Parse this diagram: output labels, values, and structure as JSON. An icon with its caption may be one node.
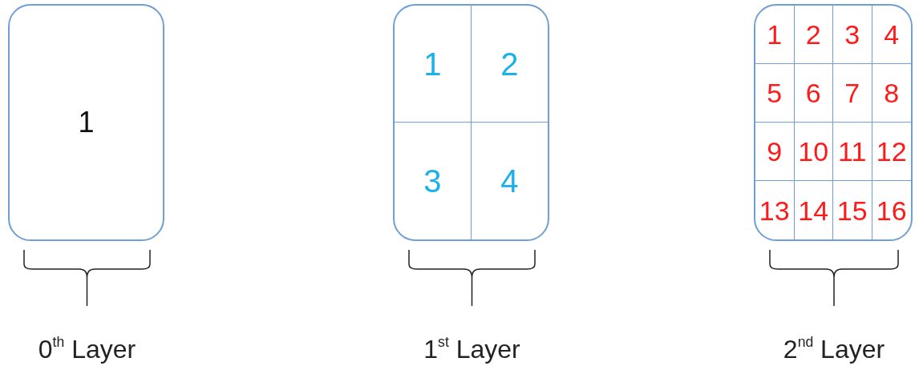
{
  "diagram": {
    "nodes": [
      {
        "text": [
          "1"
        ]
      },
      {
        "text": [],
        "shape": "box"
      },
      {
        "text": [
          "1"
        ],
        "in": 1
      },
      {
        "text": [
          "2"
        ],
        "in": 1
      },
      {
        "text": [
          "3"
        ],
        "in": 1
      },
      {
        "text": [
          "4"
        ],
        "in": 1
      },
      {
        "text": [],
        "shape": "box"
      },
      {
        "text": [
          "1"
        ],
        "in": 6
      },
      {
        "text": [
          "2"
        ],
        "in": 6
      },
      {
        "text": [
          "3"
        ],
        "in": 6
      },
      {
        "text": [
          "4"
        ],
        "in": 6
      },
      {
        "text": [
          "5"
        ],
        "in": 6
      },
      {
        "text": [
          "6"
        ],
        "in": 6
      },
      {
        "text": [
          "7"
        ],
        "in": 6
      },
      {
        "text": [
          "8"
        ],
        "in": 6
      },
      {
        "text": [
          "9"
        ],
        "in": 6
      },
      {
        "text": [
          "10"
        ],
        "in": 6
      },
      {
        "text": [
          "11"
        ],
        "in": 6
      },
      {
        "text": [
          "12"
        ],
        "in": 6
      },
      {
        "text": [
          "13"
        ],
        "in": 6
      },
      {
        "text": [
          "14"
        ],
        "in": 6
      },
      {
        "text": [
          "15"
        ],
        "in": 6
      },
      {
        "text": [
          "16"
        ],
        "in": 6
      }
    ],
    "edges": [],
    "labels": [
      "0$^{th}$ Layer",
      "1$^{st}$ Layer",
      "2$^{nd}$ Layer"
    ]
  }
}
